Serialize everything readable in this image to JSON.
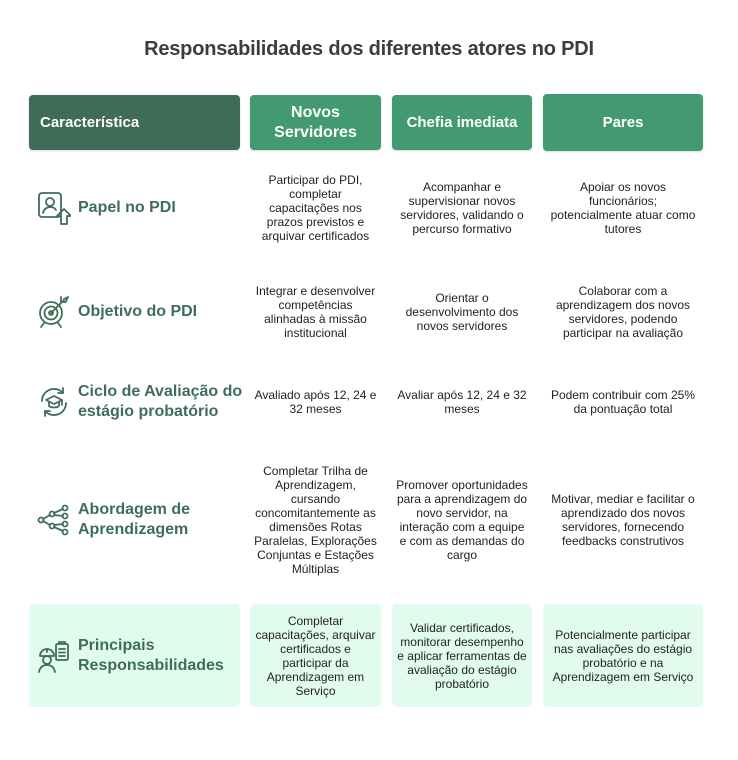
{
  "title": "Responsabilidades dos diferentes atores no PDI",
  "colors": {
    "header_dark": "#3f6b57",
    "header_green": "#439a70",
    "label_text": "#3e6e58",
    "highlight_row_bg": "#e2fbef"
  },
  "headers": [
    {
      "label": "Característica"
    },
    {
      "label": "Novos Servidores"
    },
    {
      "label": "Chefia imediata"
    },
    {
      "label": "Pares"
    }
  ],
  "rows": [
    {
      "label": "Papel no PDI",
      "icon": "user-profile-upload-icon",
      "novos_servidores": "Participar do PDI, completar capacitações nos prazos previstos e arquivar certificados",
      "chefia_imediata": "Acompanhar e supervisionar novos servidores, validando o percurso formativo",
      "pares": "Apoiar os novos funcionários; potencialmente atuar como tutores"
    },
    {
      "label": "Objetivo do PDI",
      "icon": "target-arrow-icon",
      "novos_servidores": "Integrar e desenvolver competências alinhadas à missão institucional",
      "chefia_imediata": "Orientar o desenvolvimento dos novos servidores",
      "pares": "Colaborar com a aprendizagem dos novos servidores, podendo participar na avaliação"
    },
    {
      "label": "Ciclo de Avaliação do estágio probatório",
      "icon": "graduation-cycle-icon",
      "novos_servidores": "Avaliado após 12, 24 e 32 meses",
      "chefia_imediata": "Avaliar após 12, 24 e 32 meses",
      "pares": "Podem contribuir com 25% da pontuação total"
    },
    {
      "label": "Abordagem de Aprendizagem",
      "icon": "network-branches-icon",
      "novos_servidores": "Completar Trilha de Aprendizagem, cursando concomitantemente as dimensões Rotas Paralelas, Explorações Conjuntas e Estações Múltiplas",
      "chefia_imediata": "Promover oportunidades para a aprendizagem do novo servidor, na interação com a equipe e com as demandas do cargo",
      "pares": "Motivar, mediar e facilitar o aprendizado dos novos servidores, fornecendo feedbacks construtivos"
    },
    {
      "label": "Principais Responsabilidades",
      "icon": "worker-clipboard-icon",
      "novos_servidores": "Completar capacitações, arquivar certificados e participar da Aprendizagem em Serviço",
      "chefia_imediata": "Validar certificados, monitorar desempenho e aplicar ferramentas de avaliação do estágio probatório",
      "pares": "Potencialmente participar nas avaliações do estágio probatório e na Aprendizagem em Serviço"
    }
  ]
}
